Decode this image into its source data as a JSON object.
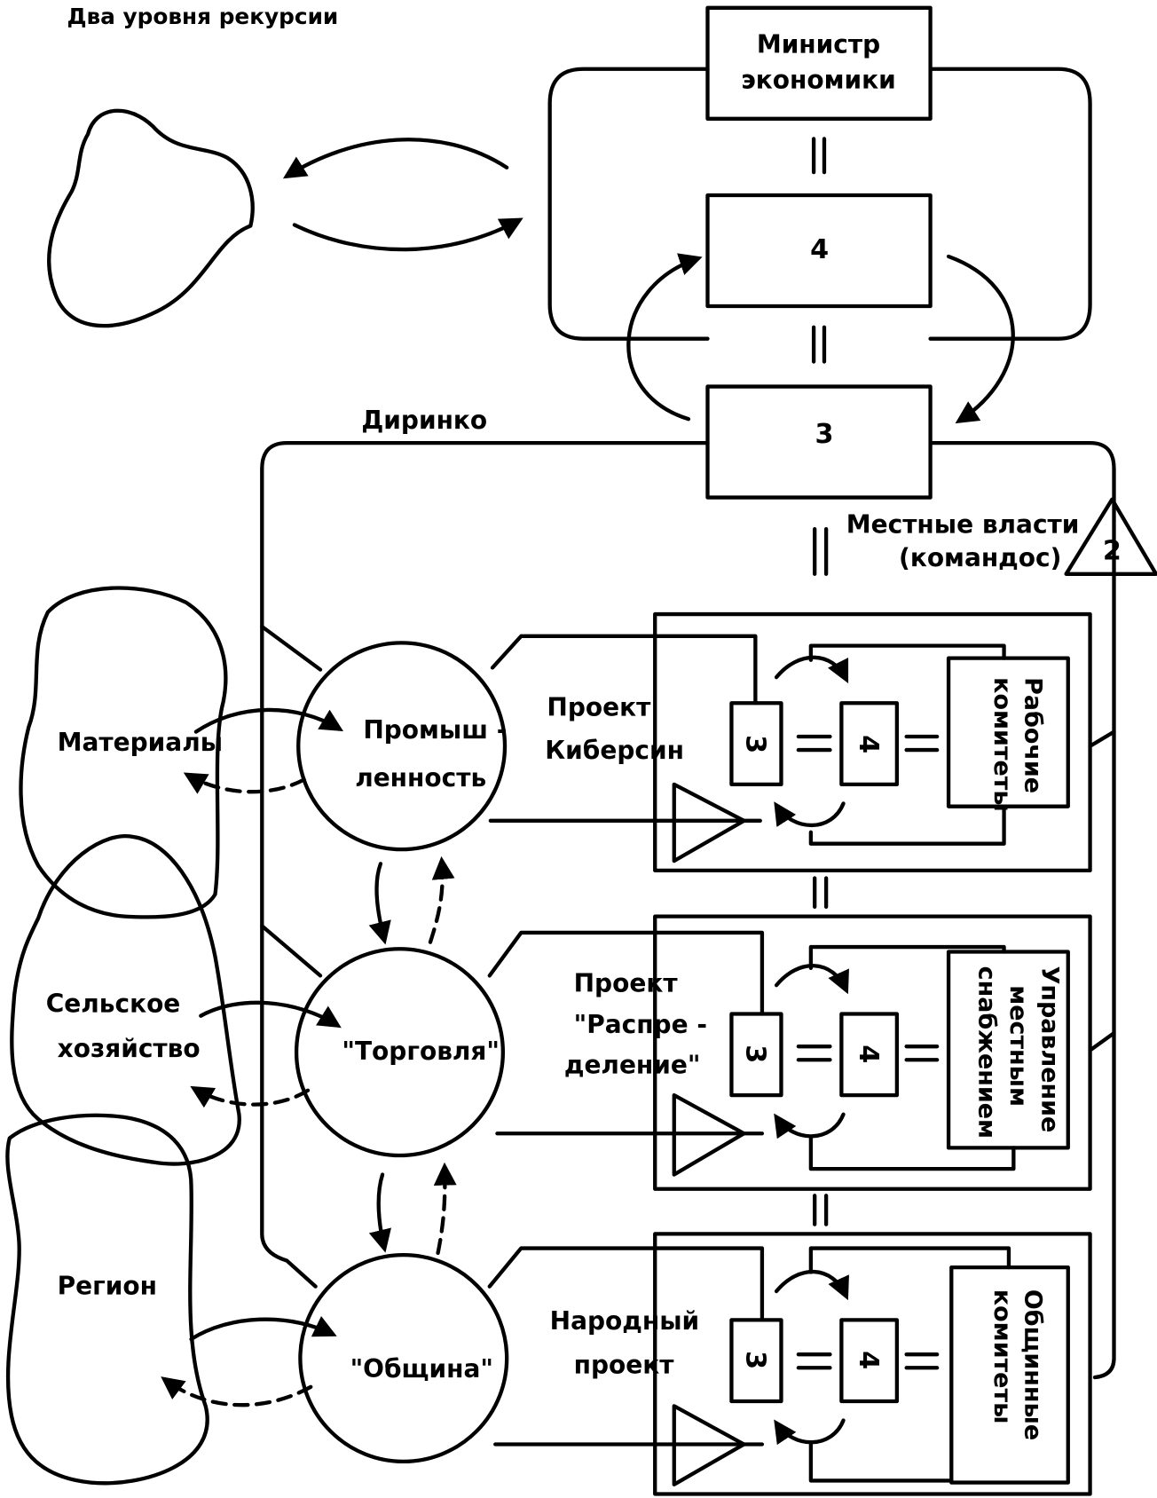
{
  "title": "Два уровня рекурсии",
  "colors": {
    "ink": "#000000",
    "paper": "#ffffff"
  },
  "top": {
    "minister": [
      "Министр",
      "экономики"
    ],
    "system4": "4",
    "system3": "3",
    "dirinko": "Диринко",
    "local_authorities": [
      "Местные власти",
      "(командос)"
    ],
    "system2": "2"
  },
  "environments": {
    "materials": "Материалы",
    "agriculture": [
      "Сельское",
      "хозяйство"
    ],
    "region": "Регион"
  },
  "operations": {
    "industry": [
      "Промыш -",
      "ленность"
    ],
    "trade": "\"Торговля\"",
    "community": "\"Община\""
  },
  "projects": {
    "cybersyn": [
      "Проект",
      "Киберсин"
    ],
    "distribution": [
      "Проект",
      "\"Распре -",
      "деление\""
    ],
    "peoples": [
      "Народный",
      "проект"
    ]
  },
  "committees": {
    "workers": [
      "Рабочие",
      "комитеты"
    ],
    "supply": [
      "Управление",
      "местным",
      "снабжением"
    ],
    "community": [
      "Общинные",
      "комитеты"
    ]
  },
  "inner_box": {
    "system3": "3",
    "system4": "4"
  }
}
